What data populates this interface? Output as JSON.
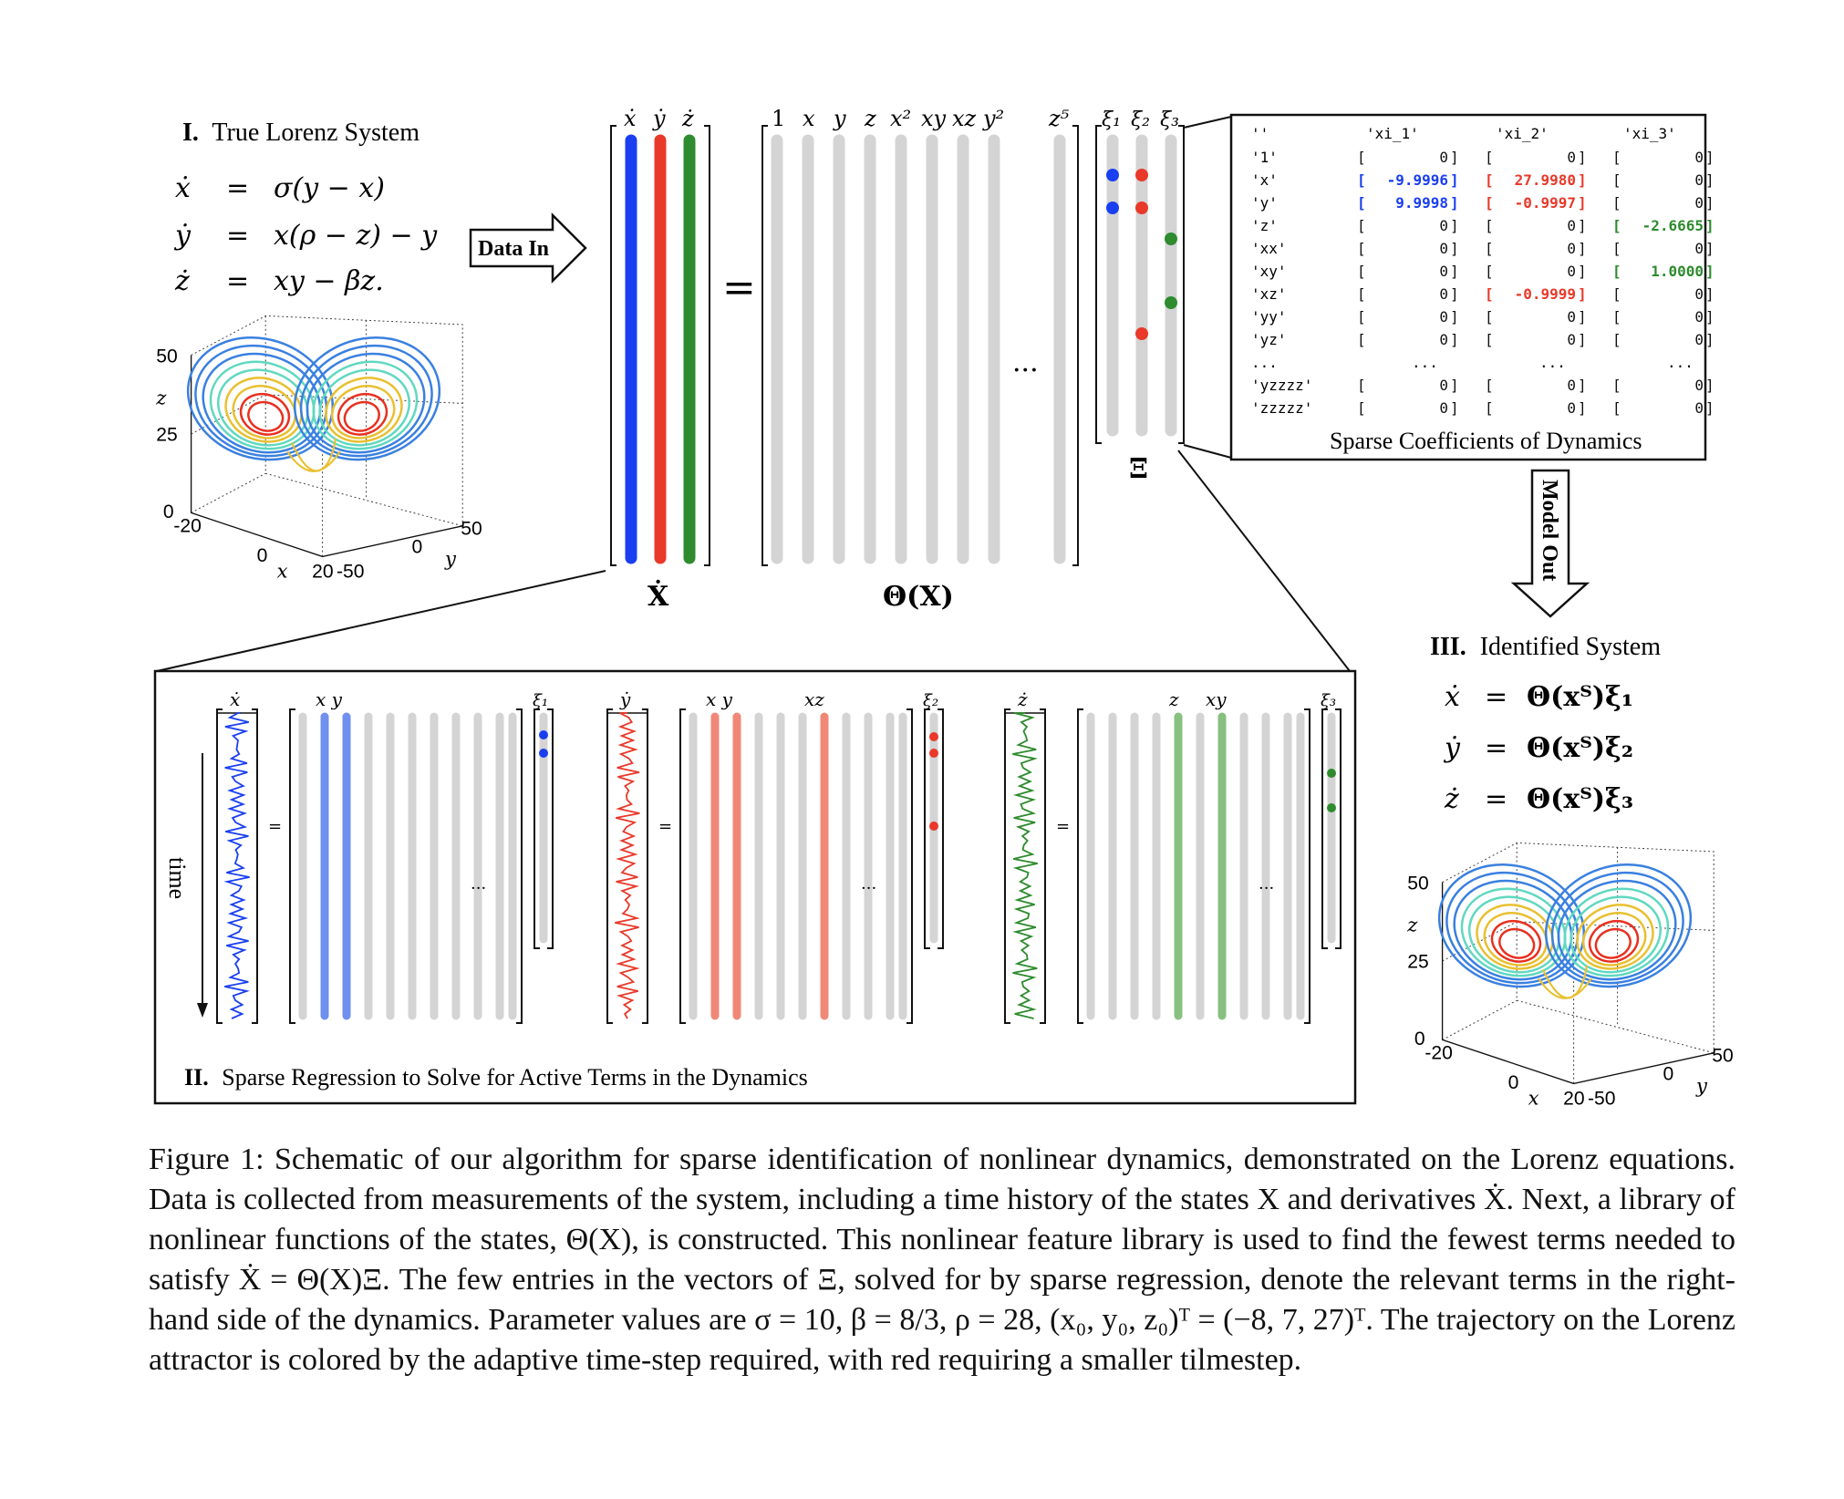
{
  "panel1": {
    "num": "I.",
    "title": "True Lorenz System",
    "eq_lhs": [
      "ẋ",
      "ẏ",
      "ż"
    ],
    "eq_rhs": [
      "σ(y − x)",
      "x(ρ − z) − y",
      "xy − βz."
    ],
    "eq_sign": "="
  },
  "arrow_in": "Data In",
  "arrow_out": "Model Out",
  "plot3d": {
    "z_ticks": [
      "50",
      "25",
      "0"
    ],
    "x_ticks": [
      "-20",
      "0",
      "20"
    ],
    "y_ticks": [
      "-50",
      "0",
      "50"
    ],
    "xlabel": "x",
    "ylabel": "y",
    "zlabel": "z"
  },
  "matrix": {
    "xdot_headers": [
      "ẋ",
      "ẏ",
      "ż"
    ],
    "xdot_label": "Ẋ",
    "equals": "=",
    "theta_headers": [
      "1",
      "x",
      "y",
      "z",
      "x²",
      "xy",
      "xz",
      "y²",
      "z⁵"
    ],
    "theta_label": "Θ(X)",
    "ellipsis": "···",
    "xi_headers": [
      "ξ₁",
      "ξ₂",
      "ξ₃"
    ],
    "xi_label": "Ξ"
  },
  "coeff_table": {
    "header": [
      "''",
      "'xi_1'",
      "'xi_2'",
      "'xi_3'"
    ],
    "rows": [
      [
        "'1'",
        "0",
        "0",
        "0"
      ],
      [
        "'x'",
        "-9.9996",
        "27.9980",
        "0"
      ],
      [
        "'y'",
        "9.9998",
        "-0.9997",
        "0"
      ],
      [
        "'z'",
        "0",
        "0",
        "-2.6665"
      ],
      [
        "'xx'",
        "0",
        "0",
        "0"
      ],
      [
        "'xy'",
        "0",
        "0",
        "1.0000"
      ],
      [
        "'xz'",
        "0",
        "-0.9999",
        "0"
      ],
      [
        "'yy'",
        "0",
        "0",
        "0"
      ],
      [
        "'yz'",
        "0",
        "0",
        "0"
      ],
      [
        "...",
        "...",
        "...",
        "..."
      ],
      [
        "'yzzzz'",
        "0",
        "0",
        "0"
      ],
      [
        "'zzzzz'",
        "0",
        "0",
        "0"
      ]
    ],
    "caption": "Sparse Coefficients of Dynamics",
    "colors": {
      "xi_1": "#1a3ff0",
      "xi_2": "#e8392a",
      "xi_3": "#2e8b2e"
    }
  },
  "panel2": {
    "num": "II.",
    "title": "Sparse Regression to Solve for Active Terms in the Dynamics",
    "time_label": "time",
    "blocks": [
      {
        "lhs": "ẋ",
        "xi": "ξ₁",
        "labels": [
          "x y"
        ],
        "color": "#1a3ff0",
        "light": "#7090f0"
      },
      {
        "lhs": "ẏ",
        "xi": "ξ₂",
        "labels": [
          "x y",
          "xz"
        ],
        "color": "#e8392a",
        "light": "#f08878"
      },
      {
        "lhs": "ż",
        "xi": "ξ₃",
        "labels": [
          "z",
          "xy"
        ],
        "color": "#2e8b2e",
        "light": "#88c080"
      }
    ],
    "equals": "=",
    "ellipsis": "···"
  },
  "panel3": {
    "num": "III.",
    "title": "Identified System",
    "eq_lhs": [
      "ẋ",
      "ẏ",
      "ż"
    ],
    "eq_rhs": [
      "Θ(xᵀ)ξ₁",
      "Θ(xᵀ)ξ₂",
      "Θ(xᵀ)ξ₃"
    ],
    "eq_sign": "="
  },
  "caption": {
    "label": "Figure 1:",
    "text": "Schematic of our algorithm for sparse identification of nonlinear dynamics, demonstrated on the Lorenz equations. Data is collected from measurements of the system, including a time history of the states X and derivatives Ẋ. Next, a library of nonlinear functions of the states, Θ(X), is constructed. This nonlinear feature library is used to find the fewest terms needed to satisfy Ẋ = Θ(X)Ξ. The few entries in the vectors of Ξ, solved for by sparse regression, denote the relevant terms in the right-hand side of the dynamics. Parameter values are σ = 10, β = 8/3, ρ = 28, (x₀, y₀, z₀)ᵀ = (−8, 7, 27)ᵀ. The trajectory on the Lorenz attractor is colored by the adaptive time-step required, with red requiring a smaller tilmestep."
  }
}
